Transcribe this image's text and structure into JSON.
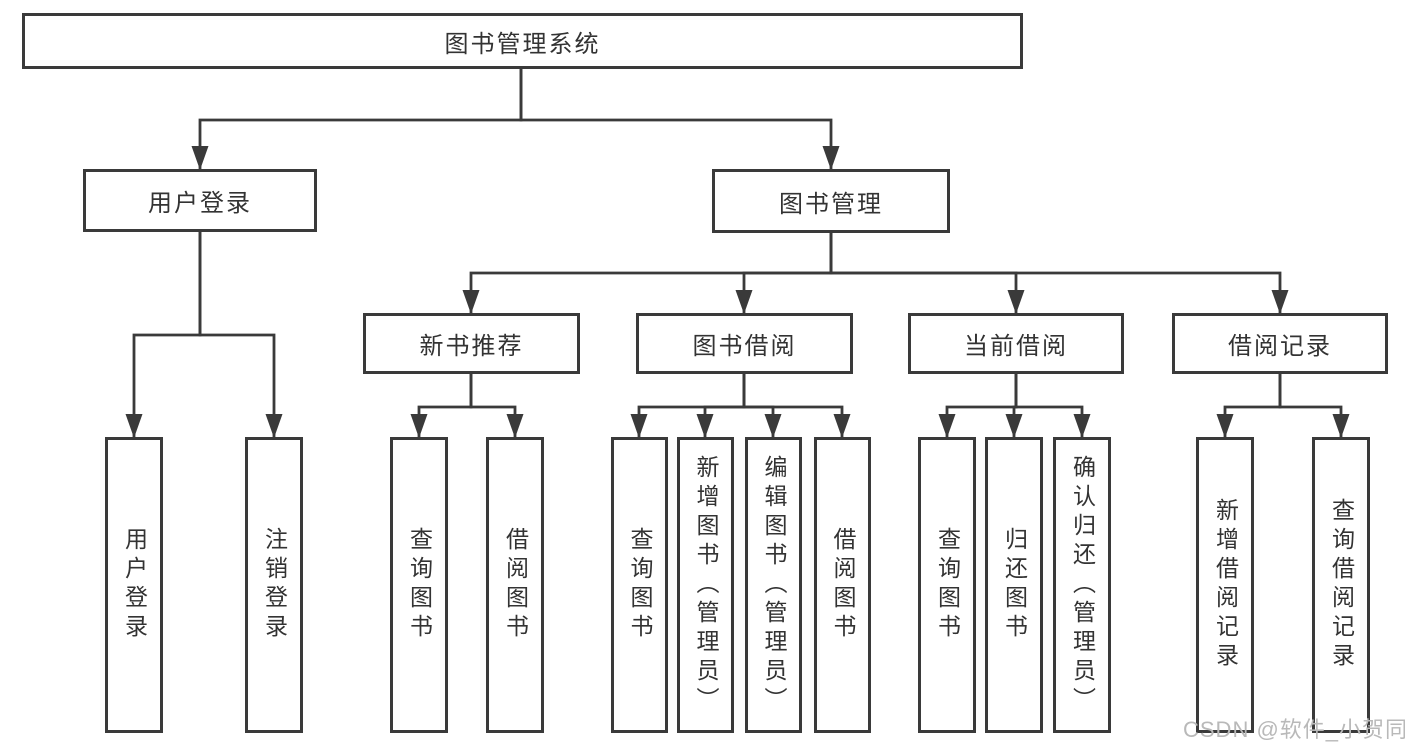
{
  "colors": {
    "line": "#3a3a3a",
    "text": "#333333",
    "watermark": "#b9b9b9",
    "background": "#ffffff"
  },
  "tree": {
    "root": "图书管理系统",
    "user_login": {
      "label": "用户登录",
      "children": [
        "用户登录",
        "注销登录"
      ]
    },
    "book_mgmt": {
      "label": "图书管理",
      "new_books": {
        "label": "新书推荐",
        "children": [
          "查询图书",
          "借阅图书"
        ]
      },
      "borrowing": {
        "label": "图书借阅",
        "children": [
          "查询图书",
          "新增图书（管理员）",
          "编辑图书（管理员）",
          "借阅图书"
        ]
      },
      "current": {
        "label": "当前借阅",
        "children": [
          "查询图书",
          "归还图书",
          "确认归还（管理员）"
        ]
      },
      "records": {
        "label": "借阅记录",
        "children": [
          "新增借阅记录",
          "查询借阅记录"
        ]
      }
    }
  },
  "watermark": {
    "text": "CSDN @软件_小贺同学"
  }
}
